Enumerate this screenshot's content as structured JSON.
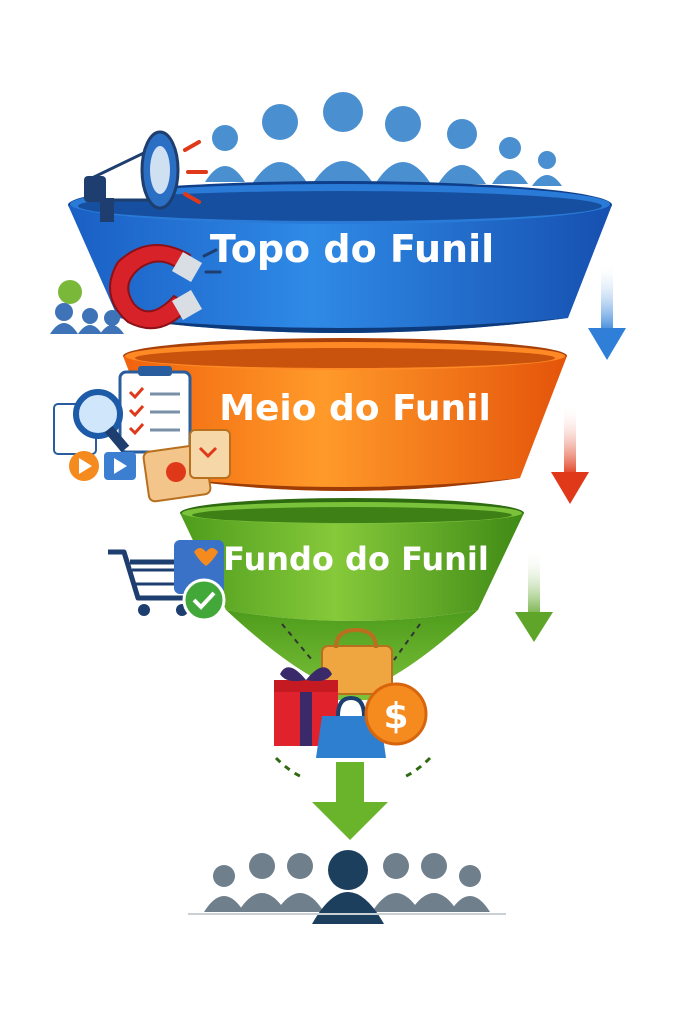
{
  "funnel": {
    "stages": [
      {
        "label": "Topo do Funil",
        "color": "#1f6fd1",
        "arrow_color": "#2f7fd8"
      },
      {
        "label": "Meio do Funil",
        "color": "#f26a10",
        "arrow_color": "#e0391a"
      },
      {
        "label": "Fundo do Funil",
        "color": "#58a824",
        "arrow_color": "#5ea52a"
      }
    ],
    "icons": {
      "top": [
        "megaphone-icon",
        "magnet-icon",
        "audience-icon"
      ],
      "middle": [
        "magnifier-icon",
        "checklist-icon",
        "video-icon",
        "content-card-icon"
      ],
      "bottom": [
        "shopping-cart-icon",
        "checkmark-icon",
        "wishlist-card-icon"
      ],
      "outlet": [
        "gift-icon",
        "shopping-bag-icon",
        "dollar-coin-icon",
        "handbag-icon"
      ]
    },
    "output_arrow_color": "#6ab42c",
    "crowd_top_color": "#4a8fd0",
    "crowd_bottom_color": "#6f7f8c",
    "customer_color": "#1c3f5e"
  }
}
